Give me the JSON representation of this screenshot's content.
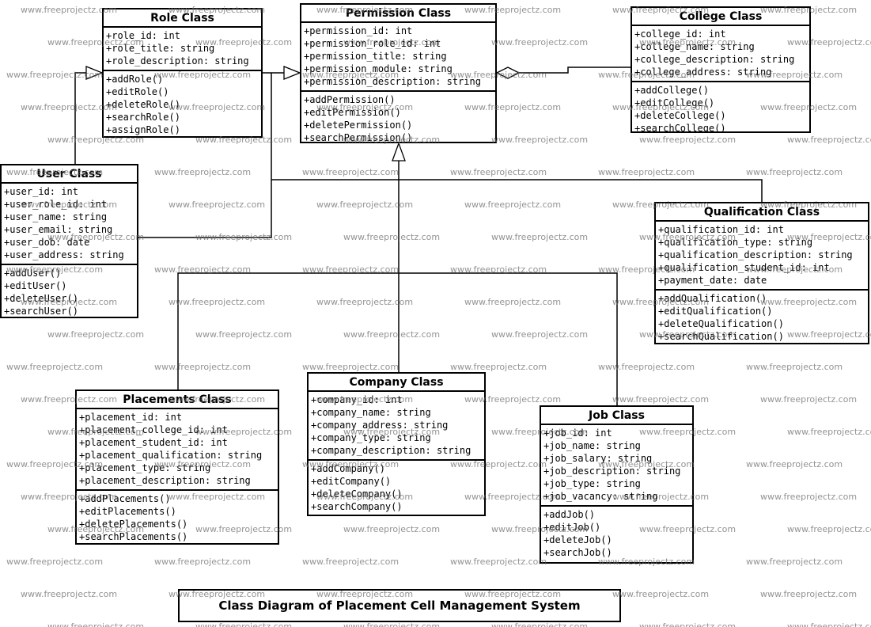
{
  "diagram": {
    "caption": "Class Diagram of Placement Cell Management System",
    "watermark_text": "www.freeprojectz.com"
  },
  "colors": {
    "box_border": "#000000",
    "box_background": "#ffffff",
    "watermark": "#696969",
    "text": "#000000"
  },
  "classes": {
    "role": {
      "title": "Role Class",
      "attributes": [
        "+role_id: int",
        "+role_title: string",
        "+role_description: string"
      ],
      "methods": [
        "+addRole()",
        "+editRole()",
        "+deleteRole()",
        "+searchRole()",
        "+assignRole()"
      ]
    },
    "permission": {
      "title": "Permission Class",
      "attributes": [
        "+permission_id: int",
        "+permission_role_id: int",
        "+permission_title: string",
        "+permission_module: string",
        "+permission_description: string"
      ],
      "methods": [
        "+addPermission()",
        "+editPermission()",
        "+deletePermission()",
        "+searchPermission()"
      ]
    },
    "college": {
      "title": "College Class",
      "attributes": [
        "+college_id: int",
        "+college_name: string",
        "+college_description: string",
        "+college_address: string"
      ],
      "methods": [
        "+addCollege()",
        "+editCollege()",
        "+deleteCollege()",
        "+searchCollege()"
      ]
    },
    "user": {
      "title": "User Class",
      "attributes": [
        "+user_id: int",
        "+user_role_id: int",
        "+user_name: string",
        "+user_email: string",
        "+user_dob: date",
        "+user_address: string"
      ],
      "methods": [
        "+addUser()",
        "+editUser()",
        "+deleteUser()",
        "+searchUser()"
      ]
    },
    "qualification": {
      "title": "Qualification Class",
      "attributes": [
        "+qualification_id: int",
        "+qualification_type: string",
        "+qualification_description: string",
        "+qualification_student_id: int",
        "+payment_date: date"
      ],
      "methods": [
        "+addQualification()",
        "+editQualification()",
        "+deleteQualification()",
        "+searchQualification()"
      ]
    },
    "placements": {
      "title": "Placements Class",
      "attributes": [
        "+placement_id: int",
        "+placement_college_id: int",
        "+placement_student_id: int",
        "+placement_qualification: string",
        "+placement_type: string",
        "+placement_description: string"
      ],
      "methods": [
        "+addPlacements()",
        "+editPlacements()",
        "+deletePlacements()",
        "+searchPlacements()"
      ]
    },
    "company": {
      "title": "Company Class",
      "attributes": [
        "+company_id: int",
        "+company_name: string",
        "+company_address: string",
        "+company_type: string",
        "+company_description: string"
      ],
      "methods": [
        "+addCompany()",
        "+editCompany()",
        "+deleteCompany()",
        "+searchCompany()"
      ]
    },
    "job": {
      "title": "Job Class",
      "attributes": [
        "+job_id: int",
        "+job_name: string",
        "+job_salary: string",
        "+job_description: string",
        "+job_type: string",
        "+job_vacancy: string"
      ],
      "methods": [
        "+addJob()",
        "+editJob()",
        "+deleteJob()",
        "+searchJob()"
      ]
    }
  }
}
